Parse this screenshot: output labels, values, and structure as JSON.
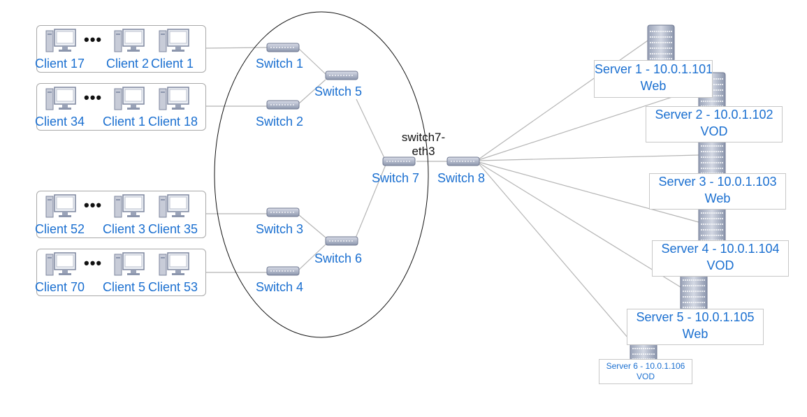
{
  "client_groups": [
    {
      "labels": [
        "Client 17",
        "Client 2",
        "Client 1"
      ],
      "ellipsis": "•••"
    },
    {
      "labels": [
        "Client 34",
        "Client 1",
        "Client 18"
      ],
      "ellipsis": "•••"
    },
    {
      "labels": [
        "Client 52",
        "Client 3",
        "Client 35"
      ],
      "ellipsis": "•••"
    },
    {
      "labels": [
        "Client 70",
        "Client 5",
        "Client 53"
      ],
      "ellipsis": "•••"
    }
  ],
  "switches": {
    "s1": "Switch 1",
    "s2": "Switch 2",
    "s3": "Switch 3",
    "s4": "Switch 4",
    "s5": "Switch 5",
    "s6": "Switch 6",
    "s7": "Switch 7",
    "s8": "Switch 8"
  },
  "link_label": {
    "line1": "switch7-",
    "line2": "eth3"
  },
  "servers": [
    {
      "name": "Server 1 - 10.0.1.101",
      "role": "Web"
    },
    {
      "name": "Server 2 - 10.0.1.102",
      "role": "VOD"
    },
    {
      "name": "Server 3 - 10.0.1.103",
      "role": "Web"
    },
    {
      "name": "Server 4 - 10.0.1.104",
      "role": "VOD"
    },
    {
      "name": "Server 5 - 10.0.1.105",
      "role": "Web"
    },
    {
      "name": "Server 6 - 10.0.1.106",
      "role": "VOD"
    }
  ],
  "colors": {
    "label": "#1a6fd0",
    "link": "#b5b5b5",
    "device": "#8c96ad"
  }
}
